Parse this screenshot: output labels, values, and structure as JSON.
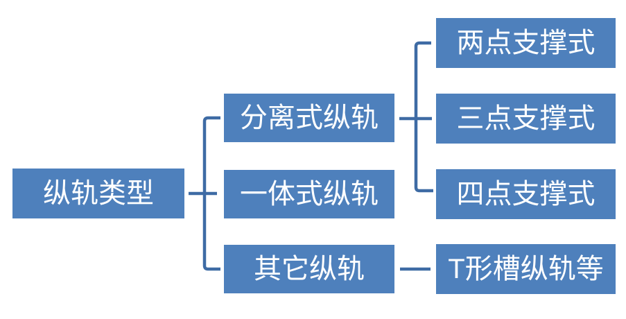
{
  "diagram": {
    "root": {
      "label": "纵轨类型",
      "children": [
        {
          "label": "分离式纵轨",
          "children": [
            {
              "label": "两点支撑式"
            },
            {
              "label": "三点支撑式"
            },
            {
              "label": "四点支撑式"
            }
          ]
        },
        {
          "label": "一体式纵轨",
          "children": []
        },
        {
          "label": "其它纵轨",
          "children": [
            {
              "label": "T形槽纵轨等"
            }
          ]
        }
      ]
    }
  },
  "colors": {
    "box_fill": "#4E80BC",
    "connector": "#3E6BA4",
    "text": "#FFFFFF",
    "background": "#FFFFFF"
  }
}
